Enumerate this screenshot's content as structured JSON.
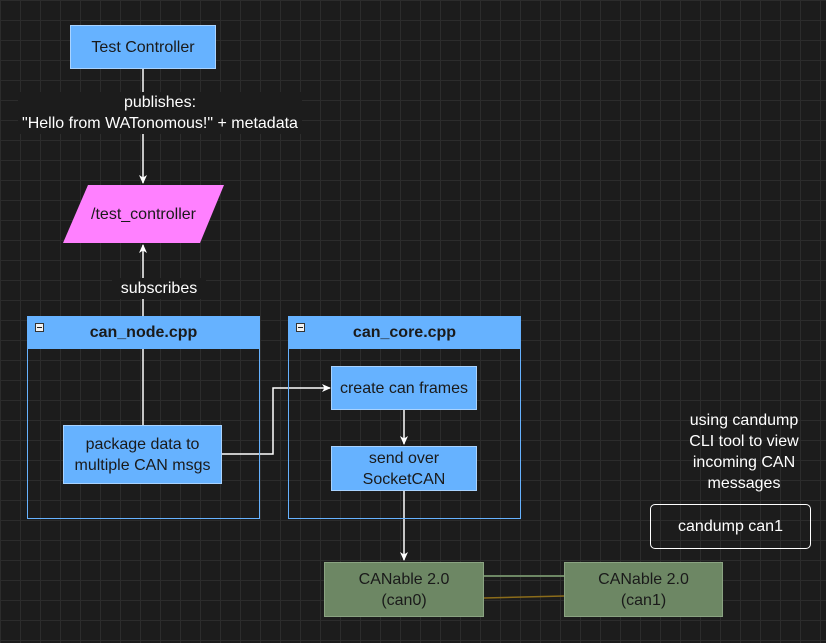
{
  "nodes": {
    "test_controller": "Test Controller",
    "topic": "/test_controller",
    "can_node_title": "can_node.cpp",
    "can_core_title": "can_core.cpp",
    "package_data": [
      "package data to",
      "multiple CAN msgs"
    ],
    "create_frames": "create can frames",
    "send_over": [
      "send over",
      "SocketCAN"
    ],
    "canable_left": [
      "CANable 2.0",
      "(can0)"
    ],
    "canable_right": [
      "CANable 2.0",
      "(can1)"
    ],
    "candump": "candump can1"
  },
  "edge_labels": {
    "publishes": [
      "publishes:",
      "\"Hello from WATonomous!\" + metadata"
    ],
    "subscribes": "subscribes"
  },
  "annotations": {
    "candump_note": [
      "using candump",
      "CLI tool to view",
      "incoming CAN",
      "messages"
    ]
  },
  "colors": {
    "background": "#1c1c1c",
    "grid": "#2c2c2c",
    "process_fill": "#66b2ff",
    "topic_fill": "#ff80ff",
    "hardware_fill": "#6d8764",
    "can_high_wire": "#6d8764",
    "can_low_wire": "#8b6c1a"
  },
  "icons": {
    "container_collapse": "minus-square-icon"
  }
}
